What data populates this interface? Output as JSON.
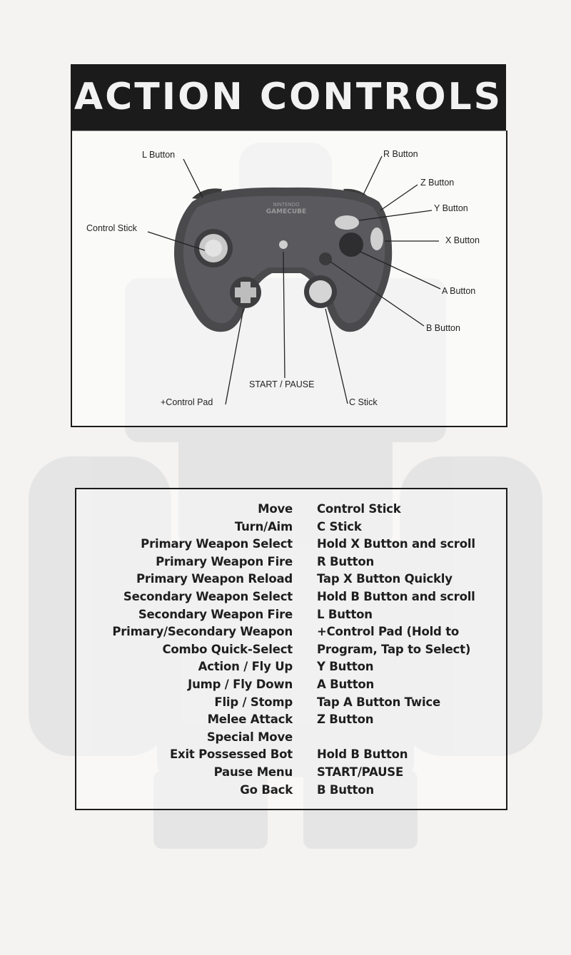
{
  "page": {
    "title": "ACTION CONTROLS"
  },
  "diagram": {
    "console_brand_1": "NINTENDO",
    "console_brand_2": "GAMECUBE",
    "callouts": {
      "l_button": "L Button",
      "r_button": "R Button",
      "z_button": "Z Button",
      "y_button": "Y Button",
      "x_button": "X Button",
      "control_stick": "Control Stick",
      "a_button": "A Button",
      "b_button": "B Button",
      "start_pause": "START / PAUSE",
      "control_pad": "+Control Pad",
      "c_stick": "C Stick"
    }
  },
  "controls": [
    {
      "action": "Move",
      "input": "Control Stick"
    },
    {
      "action": "Turn/Aim",
      "input": "C Stick"
    },
    {
      "action": "Primary Weapon Select",
      "input": "Hold X Button and scroll"
    },
    {
      "action": "Primary Weapon Fire",
      "input": "R Button"
    },
    {
      "action": "Primary Weapon Reload",
      "input": "Tap X Button Quickly"
    },
    {
      "action": "Secondary Weapon Select",
      "input": "Hold B Button and scroll"
    },
    {
      "action": "Secondary Weapon Fire",
      "input": "L Button"
    },
    {
      "action": "Primary/Secondary Weapon",
      "input": "+Control Pad (Hold to"
    },
    {
      "action": "Combo Quick-Select",
      "input": "Program, Tap to Select)"
    },
    {
      "action": "Action / Fly Up",
      "input": "Y Button"
    },
    {
      "action": "Jump / Fly Down",
      "input": "A Button"
    },
    {
      "action": "Flip / Stomp",
      "input": "Tap A Button Twice"
    },
    {
      "action": "Melee Attack",
      "input": "Z Button"
    },
    {
      "action": "Special Move",
      "input": ""
    },
    {
      "action": "Exit Possessed Bot",
      "input": "Hold B Button"
    },
    {
      "action": "Pause Menu",
      "input": "START/PAUSE"
    },
    {
      "action": "Go Back",
      "input": "B Button"
    }
  ]
}
